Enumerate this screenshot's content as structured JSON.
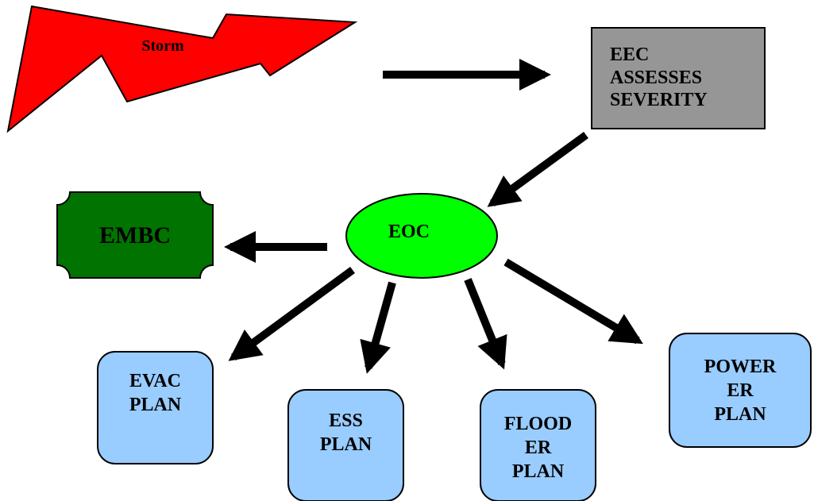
{
  "nodes": {
    "storm": {
      "label": "Storm",
      "fill": "#ff0000"
    },
    "eec": {
      "label": "EEC\nASSESSES\nSEVERITY",
      "fill": "#969696"
    },
    "eoc": {
      "label": "EOC",
      "fill": "#00ff00"
    },
    "embc": {
      "label": "EMBC",
      "fill": "#007300"
    },
    "evac_plan": {
      "label": "EVAC\nPLAN",
      "fill": "#99ccff"
    },
    "ess_plan": {
      "label": "ESS\nPLAN",
      "fill": "#99ccff"
    },
    "flood_er_plan": {
      "label": "FLOOD\nER\nPLAN",
      "fill": "#99ccff"
    },
    "power_er_plan": {
      "label": "POWER\nER\nPLAN",
      "fill": "#99ccff"
    }
  },
  "edges": [
    {
      "from": "Storm",
      "to": "EEC ASSESSES SEVERITY"
    },
    {
      "from": "EEC ASSESSES SEVERITY",
      "to": "EOC"
    },
    {
      "from": "EOC",
      "to": "EMBC"
    },
    {
      "from": "EOC",
      "to": "EVAC PLAN"
    },
    {
      "from": "EOC",
      "to": "ESS PLAN"
    },
    {
      "from": "EOC",
      "to": "FLOOD ER PLAN"
    },
    {
      "from": "EOC",
      "to": "POWER ER PLAN"
    }
  ]
}
